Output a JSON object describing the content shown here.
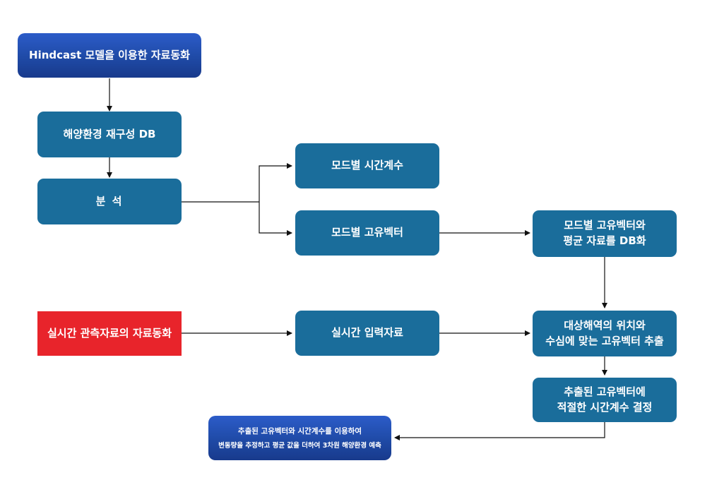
{
  "nodes": {
    "hindcast": "Hindcast 모델을 이용한 자료동화",
    "reanalysis_db": "해양환경 재구성 DB",
    "analysis": "분 석",
    "mode_timeseries": "모드별 시간계수",
    "mode_eigenvector": "모드별 고유벡터",
    "db_store": [
      "모드별 고유벡터와",
      "평균 자료를 DB화"
    ],
    "realtime_assim": "실시간 관측자료의 자료동화",
    "realtime_input": "실시간 입력자료",
    "extract": [
      "대상해역의 위치와",
      "수심에 맞는 고유벡터 추출"
    ],
    "fit": [
      "추출된 고유벡터에",
      "적절한 시간계수 결정"
    ],
    "predict": [
      "추출된 고유벡터와 시간계수를 이용하여",
      "변동량을 추정하고 평균 값을 더하여 3차원 해양환경 예측"
    ]
  },
  "colors": {
    "teal": "#1a6d9b",
    "gradient_top": "#2c5cc9",
    "gradient_bottom": "#183a8c",
    "red": "#e8242b",
    "arrow": "#111111"
  }
}
